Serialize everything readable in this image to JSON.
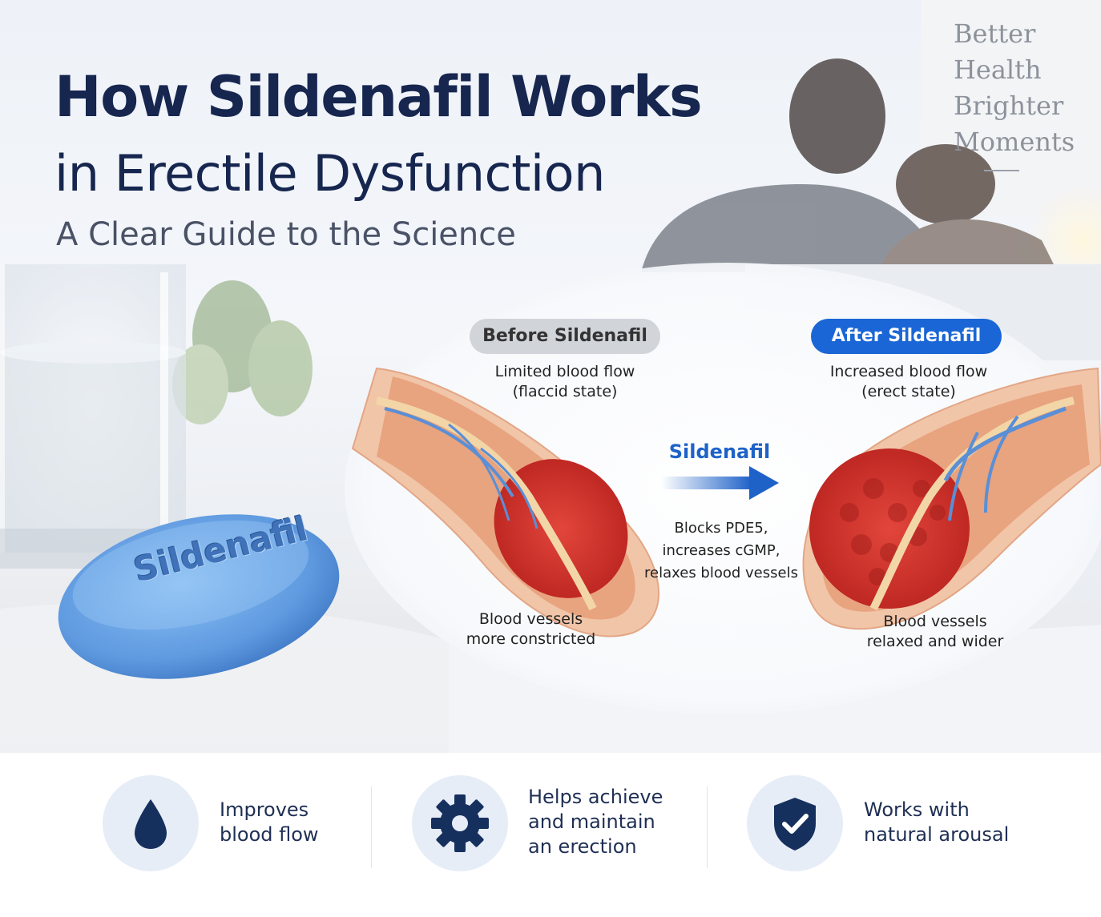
{
  "header": {
    "title_line1": "How Sildenafil Works",
    "title_line2": "in Erectile Dysfunction",
    "subtitle": "A Clear Guide to the Science"
  },
  "wall_art": {
    "lines": [
      "Better",
      "Health",
      "Brighter",
      "Moments"
    ]
  },
  "pill": {
    "label": "Sildenafil"
  },
  "diagram": {
    "before": {
      "badge": "Before Sildenafil",
      "flow_line1": "Limited blood flow",
      "flow_line2": "(flaccid state)",
      "vessel_line1": "Blood vessels",
      "vessel_line2": "more constricted"
    },
    "after": {
      "badge": "After Sildenafil",
      "flow_line1": "Increased blood flow",
      "flow_line2": "(erect state)",
      "vessel_line1": "Blood vessels",
      "vessel_line2": "relaxed and wider"
    },
    "arrow_label": "Sildenafil",
    "mechanism": [
      "Blocks PDE5,",
      "increases cGMP,",
      "relaxes blood vessels"
    ]
  },
  "features": [
    {
      "icon": "water-drop-icon",
      "lines": [
        "Improves",
        "blood flow"
      ]
    },
    {
      "icon": "gear-icon",
      "lines": [
        "Helps achieve",
        "and maintain",
        "an erection"
      ]
    },
    {
      "icon": "shield-check-icon",
      "lines": [
        "Works with",
        "natural arousal"
      ]
    }
  ],
  "colors": {
    "navy": "#16264f",
    "accent_blue": "#1a66d6",
    "pill_blue": "#6ea8e8",
    "tissue_red": "#d2342e",
    "feature_circle": "#e6edf7"
  }
}
